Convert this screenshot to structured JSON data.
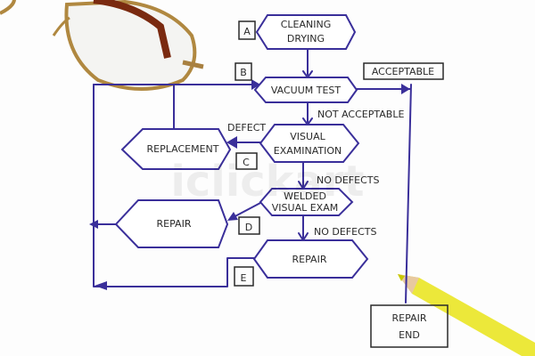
{
  "nodes": {
    "cleaning_1": "CLEANING",
    "cleaning_2": "DRYING",
    "vacuum": "VACUUM TEST",
    "visual_1": "VISUAL",
    "visual_2": "EXAMINATION",
    "replacement": "REPLACEMENT",
    "welded_1": "WELDED",
    "welded_2": "VISUAL EXAM",
    "repair_left": "REPAIR",
    "repair_bottom": "REPAIR",
    "end_1": "REPAIR",
    "end_2": "END"
  },
  "labels": {
    "A": "A",
    "B": "B",
    "C": "C",
    "D": "D",
    "E": "E",
    "acceptable": "ACCEPTABLE",
    "not_acceptable": "NOT ACCEPTABLE",
    "defect": "DEFECT",
    "no_defects_1": "NO DEFECTS",
    "no_defects_2": "NO DEFECTS"
  },
  "watermark": "iclickart",
  "colors": {
    "ink": "#3a2f9a",
    "highlight": "#e6ec6a",
    "pencil": "#e8e83a"
  }
}
